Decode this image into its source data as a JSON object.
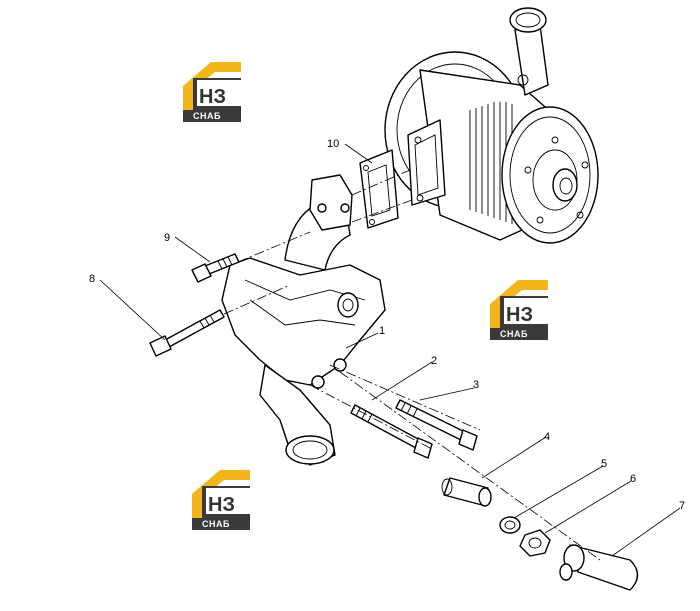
{
  "callouts": [
    {
      "id": "1",
      "label": "1"
    },
    {
      "id": "2",
      "label": "2"
    },
    {
      "id": "3",
      "label": "3"
    },
    {
      "id": "4",
      "label": "4"
    },
    {
      "id": "5",
      "label": "5"
    },
    {
      "id": "6",
      "label": "6"
    },
    {
      "id": "7",
      "label": "7"
    },
    {
      "id": "8",
      "label": "8"
    },
    {
      "id": "9",
      "label": "9"
    },
    {
      "id": "10",
      "label": "10"
    }
  ],
  "watermark": {
    "letters": "НЗ",
    "subtitle": "СНАБ",
    "colors": {
      "accent": "#f2b51c",
      "dark": "#3a3a3a"
    }
  }
}
